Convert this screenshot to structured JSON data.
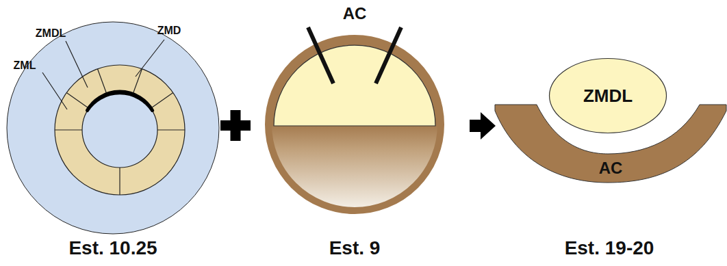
{
  "diagram": {
    "nodes": [
      {
        "text": [
          "AC"
        ]
      },
      {
        "text": [
          "ZMDL"
        ]
      },
      {
        "text": [
          "AC"
        ]
      }
    ],
    "labels": [
      "ZMD",
      "ZMDL",
      "ZML",
      "Est. 10.25",
      "Est. 9",
      "Est. 19-20"
    ]
  }
}
